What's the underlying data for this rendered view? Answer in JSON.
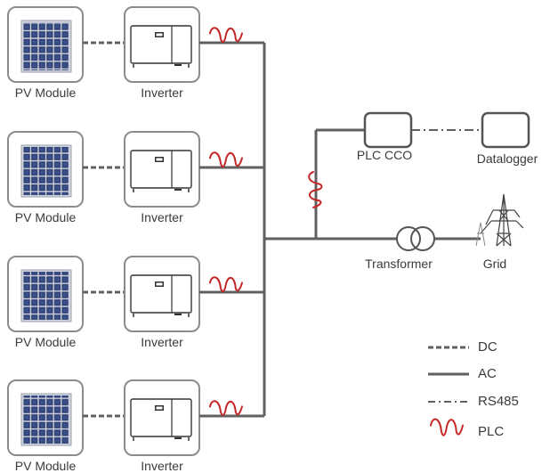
{
  "labels": {
    "pv_module": "PV Module",
    "inverter": "Inverter",
    "plc_cco": "PLC CCO",
    "datalogger": "Datalogger",
    "transformer": "Transformer",
    "grid": "Grid"
  },
  "legend": [
    {
      "key": "dc",
      "label": "DC"
    },
    {
      "key": "ac",
      "label": "AC"
    },
    {
      "key": "rs485",
      "label": "RS485"
    },
    {
      "key": "plc",
      "label": "PLC"
    }
  ],
  "colors": {
    "line": "#606060",
    "box_border": "#8c8c8c",
    "plc": "#c62828",
    "panel_cell": "#2e3f73",
    "panel_frame": "#c8ccd6"
  },
  "rows": [
    {
      "pv_label_key": "pv_module",
      "inverter_label_key": "inverter"
    },
    {
      "pv_label_key": "pv_module",
      "inverter_label_key": "inverter"
    },
    {
      "pv_label_key": "pv_module",
      "inverter_label_key": "inverter"
    },
    {
      "pv_label_key": "pv_module",
      "inverter_label_key": "inverter"
    }
  ]
}
